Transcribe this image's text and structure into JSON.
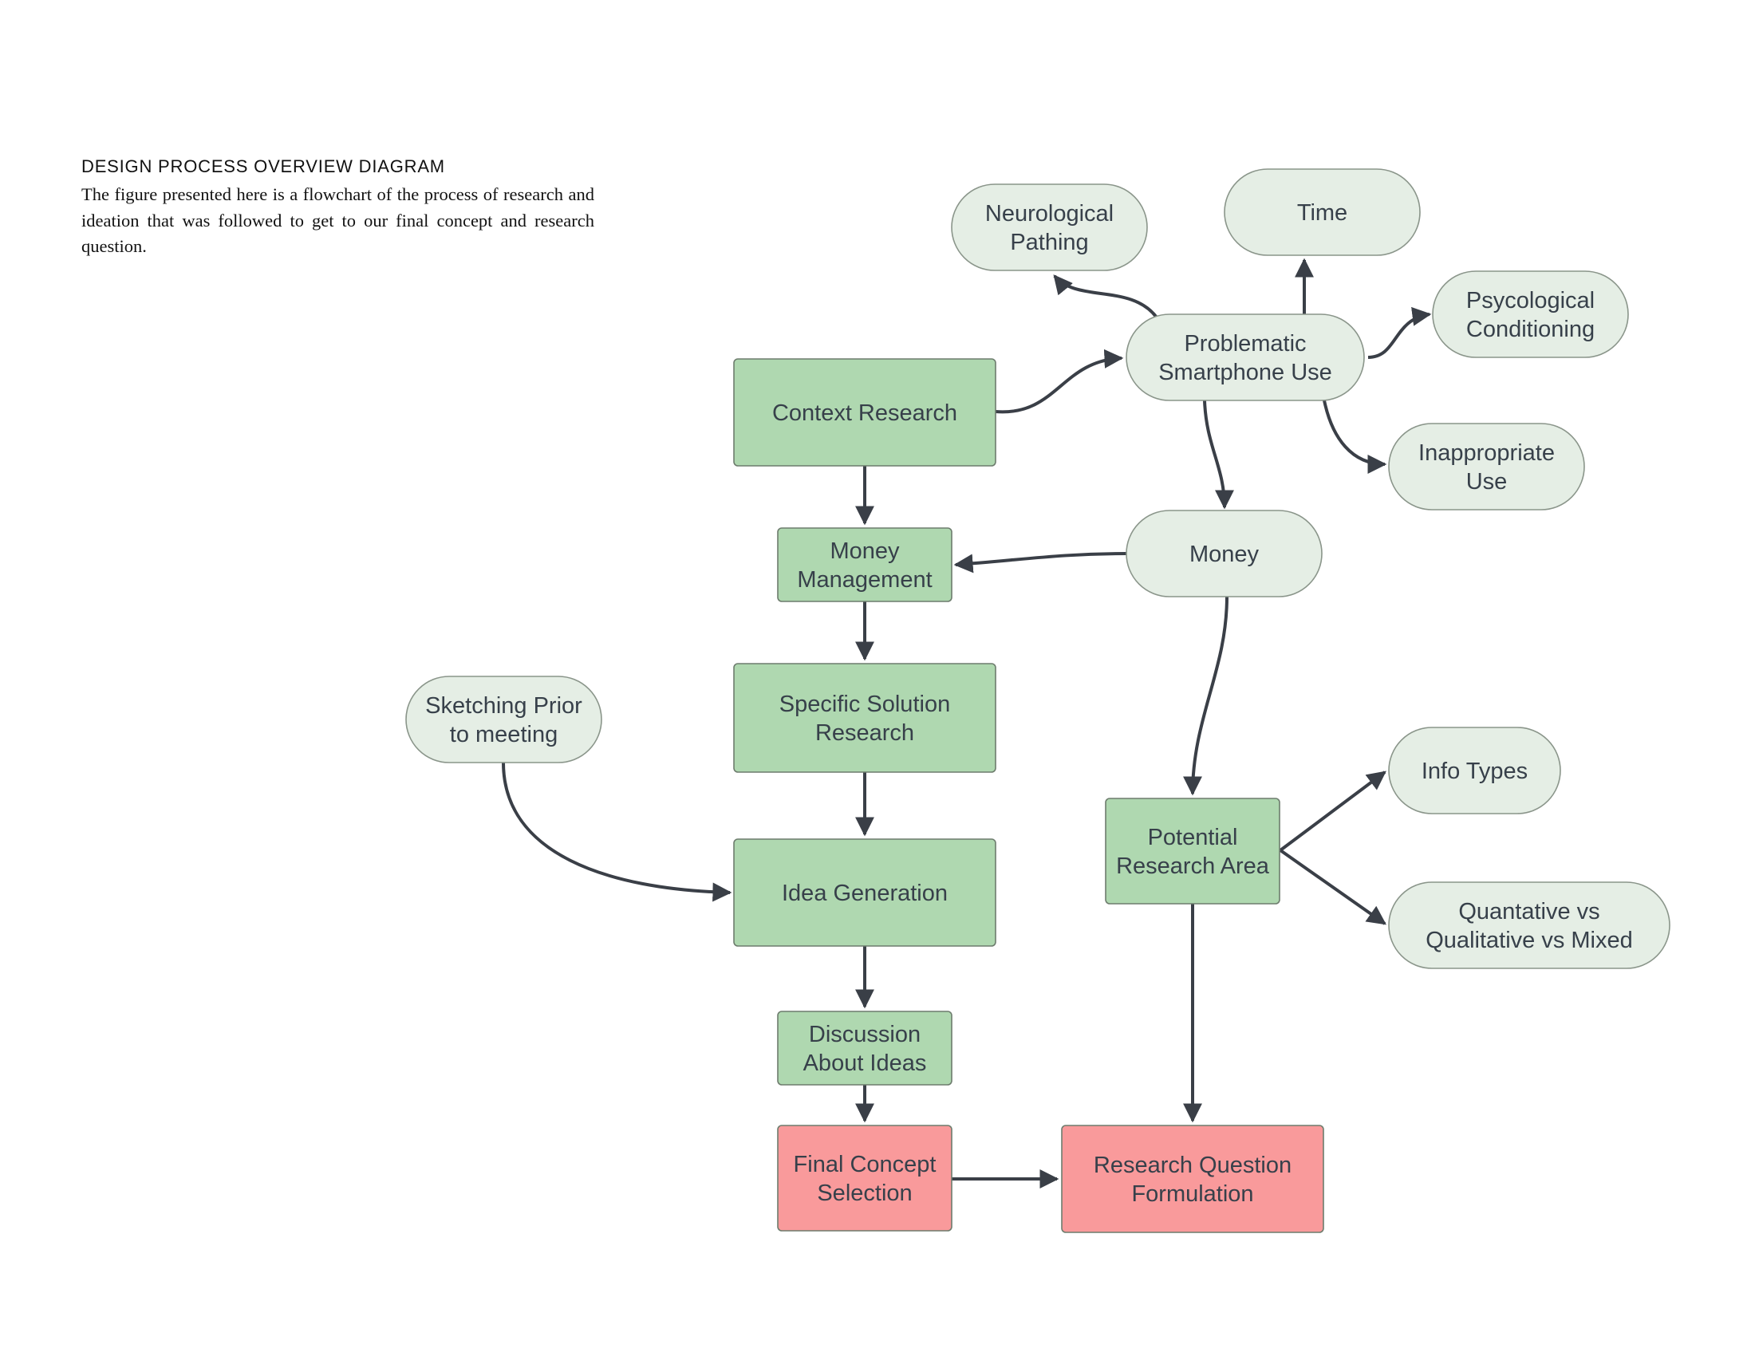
{
  "header": {
    "title": "DESIGN PROCESS OVERVIEW DIAGRAM",
    "description": "The figure presented here is a flowchart of the process of research and ideation that was followed to get to our final concept and research question."
  },
  "colors": {
    "process_fill": "#afd8b0",
    "topic_fill": "#e5eee5",
    "final_fill": "#f99a9b",
    "connector": "#3a3f47",
    "label_text": "#37404a"
  },
  "nodes": {
    "context_research": {
      "lines": [
        "Context Research"
      ],
      "kind": "process"
    },
    "money_management": {
      "lines": [
        "Money",
        "Management"
      ],
      "kind": "process"
    },
    "specific_solution_research": {
      "lines": [
        "Specific Solution",
        "Research"
      ],
      "kind": "process"
    },
    "idea_generation": {
      "lines": [
        "Idea Generation"
      ],
      "kind": "process"
    },
    "discussion_about_ideas": {
      "lines": [
        "Discussion",
        "About Ideas"
      ],
      "kind": "process"
    },
    "final_concept_selection": {
      "lines": [
        "Final Concept",
        "Selection"
      ],
      "kind": "final"
    },
    "research_question_formulation": {
      "lines": [
        "Research Question",
        "Formulation"
      ],
      "kind": "final"
    },
    "potential_research_area": {
      "lines": [
        "Potential",
        "Research Area"
      ],
      "kind": "process"
    },
    "problematic_smartphone_use": {
      "lines": [
        "Problematic",
        "Smartphone Use"
      ],
      "kind": "topic"
    },
    "neurological_pathing": {
      "lines": [
        "Neurological",
        "Pathing"
      ],
      "kind": "topic"
    },
    "time": {
      "lines": [
        "Time"
      ],
      "kind": "topic"
    },
    "psycological_conditioning": {
      "lines": [
        "Psycological",
        "Conditioning"
      ],
      "kind": "topic"
    },
    "inappropriate_use": {
      "lines": [
        "Inappropriate",
        "Use"
      ],
      "kind": "topic"
    },
    "money": {
      "lines": [
        "Money"
      ],
      "kind": "topic"
    },
    "sketching_prior": {
      "lines": [
        "Sketching Prior",
        "to meeting"
      ],
      "kind": "topic"
    },
    "info_types": {
      "lines": [
        "Info Types"
      ],
      "kind": "topic"
    },
    "quantative_qualitative": {
      "lines": [
        "Quantative vs",
        "Qualitative vs Mixed"
      ],
      "kind": "topic"
    }
  },
  "edges": [
    {
      "from": "context_research",
      "to": "problematic_smartphone_use"
    },
    {
      "from": "problematic_smartphone_use",
      "to": "neurological_pathing"
    },
    {
      "from": "problematic_smartphone_use",
      "to": "time"
    },
    {
      "from": "problematic_smartphone_use",
      "to": "psycological_conditioning"
    },
    {
      "from": "problematic_smartphone_use",
      "to": "inappropriate_use"
    },
    {
      "from": "problematic_smartphone_use",
      "to": "money"
    },
    {
      "from": "context_research",
      "to": "money_management"
    },
    {
      "from": "money",
      "to": "money_management"
    },
    {
      "from": "money_management",
      "to": "specific_solution_research"
    },
    {
      "from": "specific_solution_research",
      "to": "idea_generation"
    },
    {
      "from": "sketching_prior",
      "to": "idea_generation"
    },
    {
      "from": "idea_generation",
      "to": "discussion_about_ideas"
    },
    {
      "from": "discussion_about_ideas",
      "to": "final_concept_selection"
    },
    {
      "from": "final_concept_selection",
      "to": "research_question_formulation"
    },
    {
      "from": "money",
      "to": "potential_research_area"
    },
    {
      "from": "potential_research_area",
      "to": "info_types"
    },
    {
      "from": "potential_research_area",
      "to": "quantative_qualitative"
    },
    {
      "from": "potential_research_area",
      "to": "research_question_formulation"
    }
  ]
}
